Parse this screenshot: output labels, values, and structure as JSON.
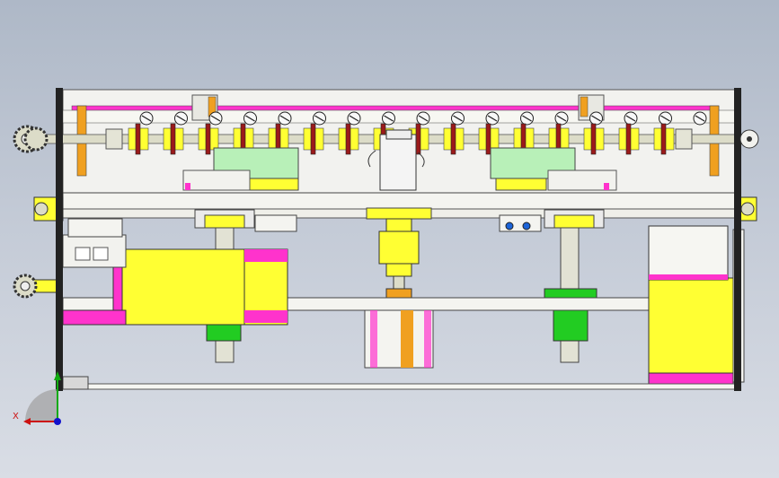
{
  "view": {
    "background_top": "#aeb8c7",
    "background_bottom": "#d9dde5"
  },
  "triad": {
    "x_axis_label": "X",
    "x_color": "#cc1111",
    "y_color": "#11aa11",
    "z_color": "#1111cc"
  },
  "colors": {
    "frame": "#222222",
    "plate": "#f2f2ef",
    "yellow": "#ffff33",
    "orange": "#f0a020",
    "magenta": "#ff33cc",
    "green": "#22cc22",
    "light_green": "#b8f0b8",
    "shaft": "#dcdcc8",
    "red_disc": "#9b1a1a",
    "blue_nut": "#1c64d8"
  },
  "assembly": {
    "sprocket_count_left": 2,
    "cutter_disc_count": 16,
    "screw_count": 17
  }
}
